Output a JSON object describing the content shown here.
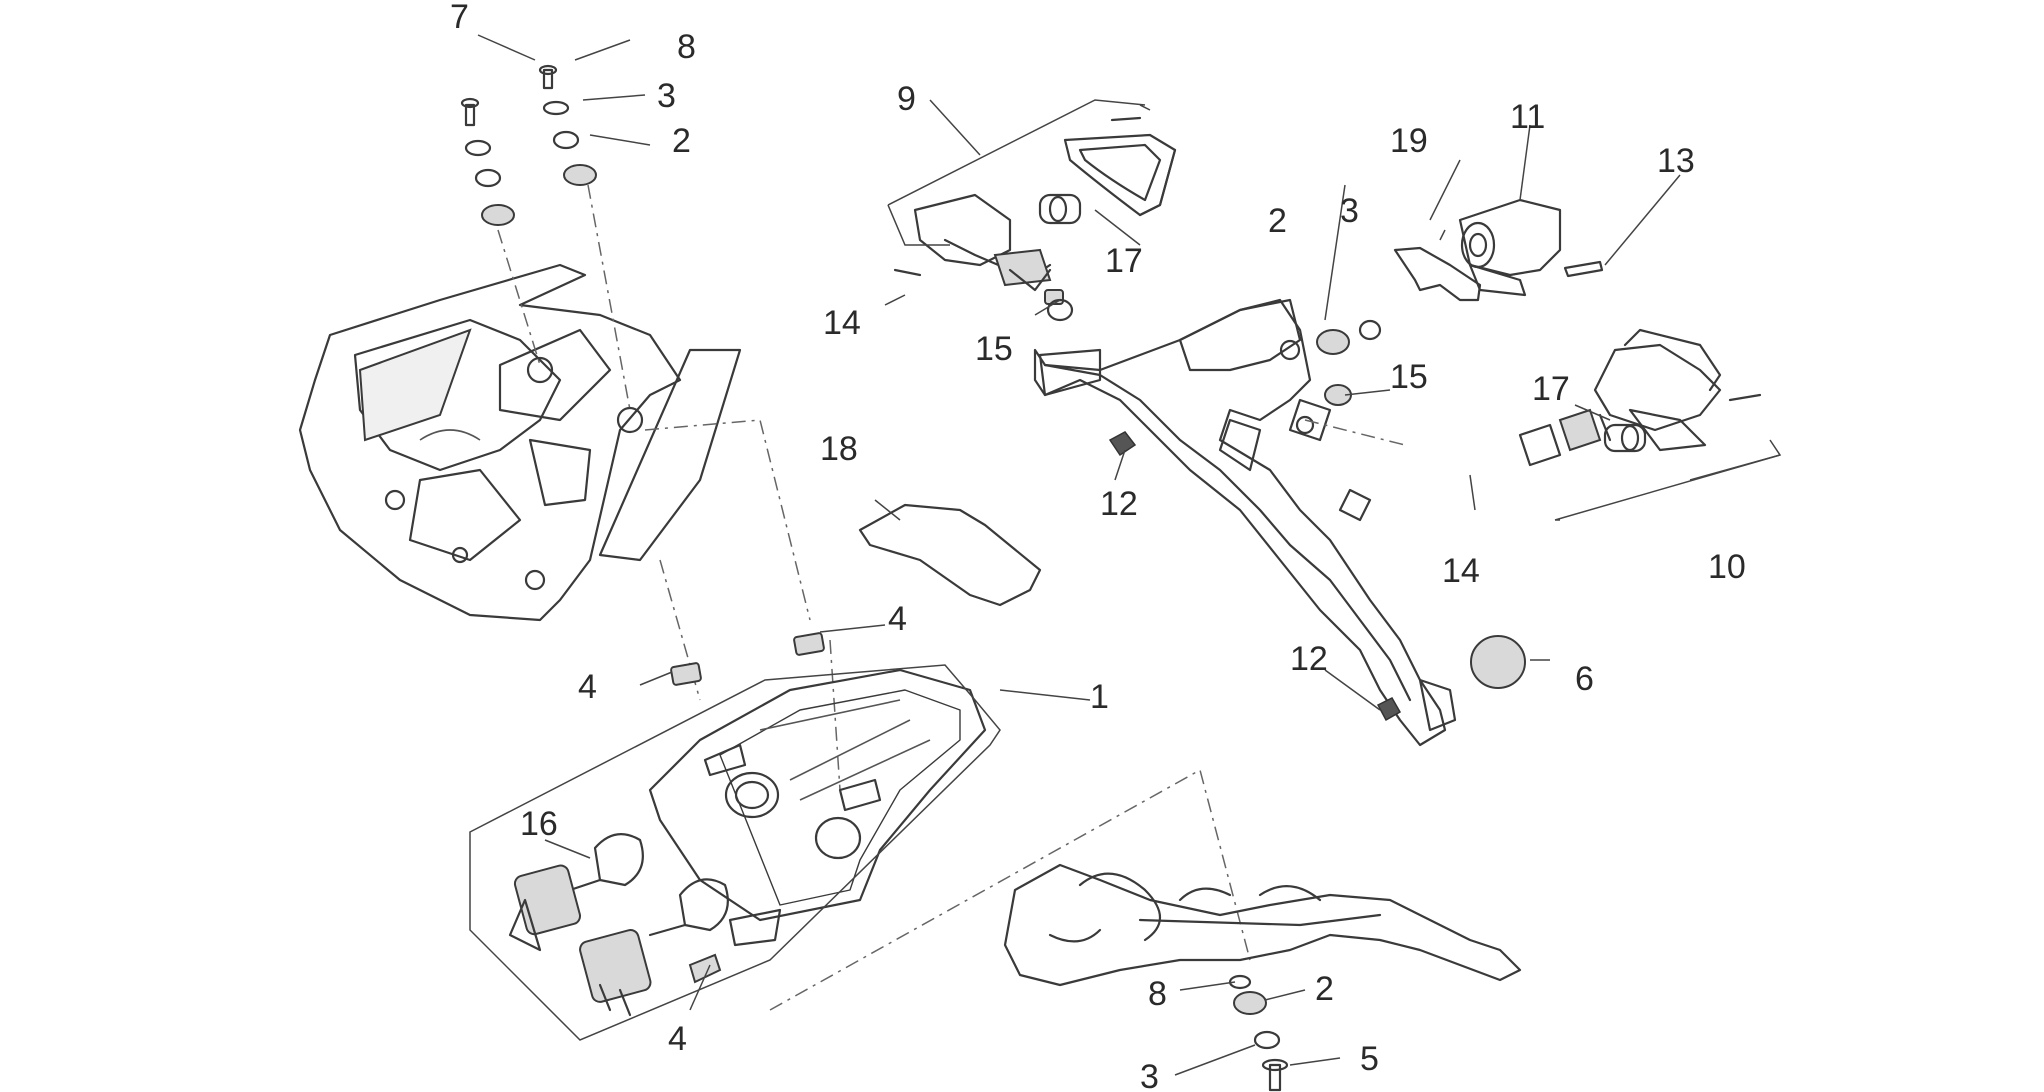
{
  "labels": {
    "p1": "1",
    "p2a": "2",
    "p2b": "2",
    "p2c": "2",
    "p3a": "3",
    "p3b": "3",
    "p3c": "3",
    "p4a": "4",
    "p4b": "4",
    "p4c": "4",
    "p5": "5",
    "p6": "6",
    "p7": "7",
    "p8a": "8",
    "p8b": "8",
    "p9": "9",
    "p10": "10",
    "p11": "11",
    "p12a": "12",
    "p12b": "12",
    "p13": "13",
    "p14a": "14",
    "p14b": "14",
    "p15a": "15",
    "p15b": "15",
    "p16": "16",
    "p17a": "17",
    "p17b": "17",
    "p18": "18",
    "p19": "19"
  }
}
